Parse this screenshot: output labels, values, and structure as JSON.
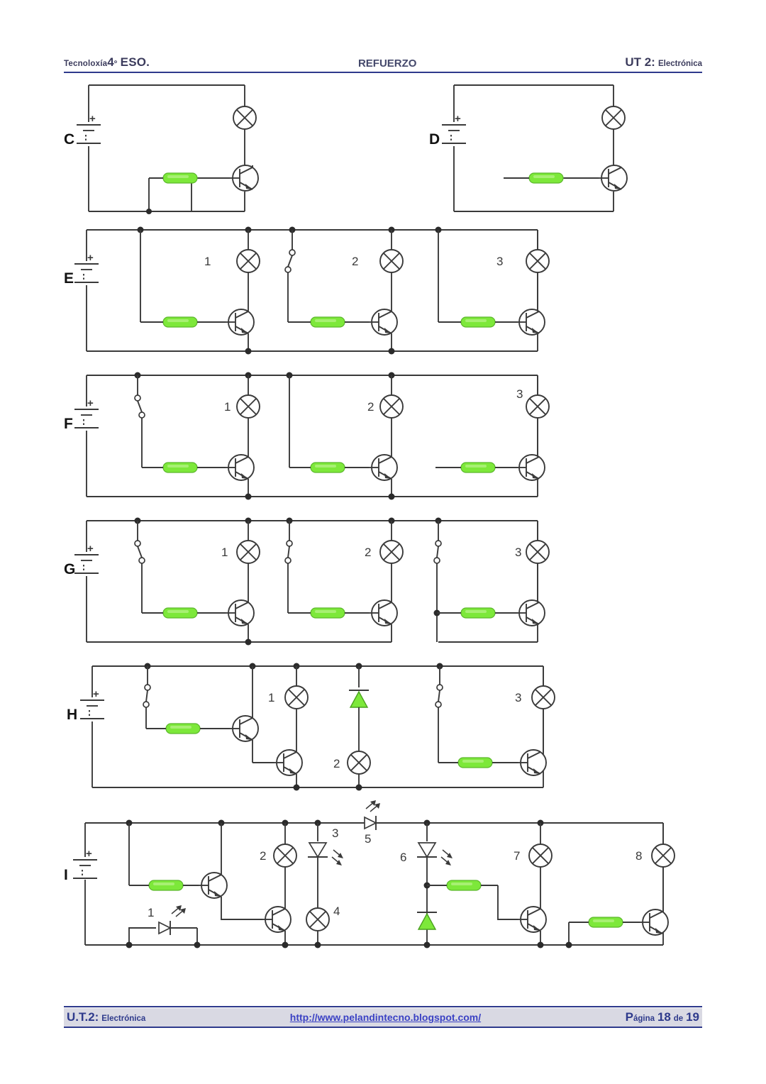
{
  "header": {
    "left_small": "Tecnoloxía",
    "left_big": "4",
    "left_sup": "º",
    "left_big2": "ESO.",
    "center": "REFUERZO",
    "right_big": "UT 2:",
    "right_small": "Electrónica"
  },
  "footer": {
    "left_big": "U.T.2:",
    "left_small": "Electrónica",
    "url": "http://www.pelandintecno.blogspot.com/",
    "page_p": "P",
    "page_agina": "ágina",
    "page_num": "18",
    "page_de": "de",
    "page_total": "19"
  },
  "colors": {
    "accent_blue": "#2e3a8c",
    "link_blue": "#3b42c4",
    "component_green": "#7de83a",
    "wire_gray": "#3a3a3a",
    "footer_bar": "#d9d9e3"
  },
  "circuits": [
    {
      "id": "C",
      "label": "C",
      "components": [
        "battery",
        "lamp",
        "transistor",
        "resistor"
      ],
      "lamp_labels": [],
      "note": "single lamp on collector, resistor to base, emitter to ground with junction dot"
    },
    {
      "id": "D",
      "label": "D",
      "components": [
        "battery",
        "lamp",
        "transistor",
        "resistor"
      ],
      "lamp_labels": [],
      "note": "resistor to base with open (unconnected) left end"
    },
    {
      "id": "E",
      "label": "E",
      "components": [
        "battery",
        "lamp",
        "transistor",
        "resistor",
        "switch"
      ],
      "lamp_labels": [
        "1",
        "2",
        "3"
      ],
      "note": "three stages; switch only in stage 2; stage 3 base branch connects to top rail"
    },
    {
      "id": "F",
      "label": "F",
      "components": [
        "battery",
        "lamp",
        "transistor",
        "resistor",
        "switch"
      ],
      "lamp_labels": [
        "1",
        "2",
        "3"
      ],
      "note": "switch in stage 1 only; stage 3 resistor left end open"
    },
    {
      "id": "G",
      "label": "G",
      "components": [
        "battery",
        "lamp",
        "transistor",
        "resistor",
        "switch"
      ],
      "lamp_labels": [
        "1",
        "2",
        "3"
      ],
      "note": "a switch in every one of the three stages"
    },
    {
      "id": "H",
      "label": "H",
      "components": [
        "battery",
        "lamp",
        "transistor",
        "resistor",
        "switch",
        "diode"
      ],
      "lamp_labels": [
        "1",
        "2",
        "3"
      ],
      "note": "darlington pair drives lamp 1; green diode above lamp 2; switch+resistor stage 3"
    },
    {
      "id": "I",
      "label": "I",
      "components": [
        "battery",
        "lamp",
        "transistor",
        "resistor",
        "led",
        "diode"
      ],
      "lamp_labels": [
        "2",
        "4",
        "7",
        "8"
      ],
      "led_labels": [
        "1",
        "3",
        "5",
        "6"
      ],
      "note": "eight numbered devices: LED1 horizontal bottom-left, lamp2, LED3, lamp4, LED5 in top rail, LED6, lamp7, lamp8"
    }
  ]
}
